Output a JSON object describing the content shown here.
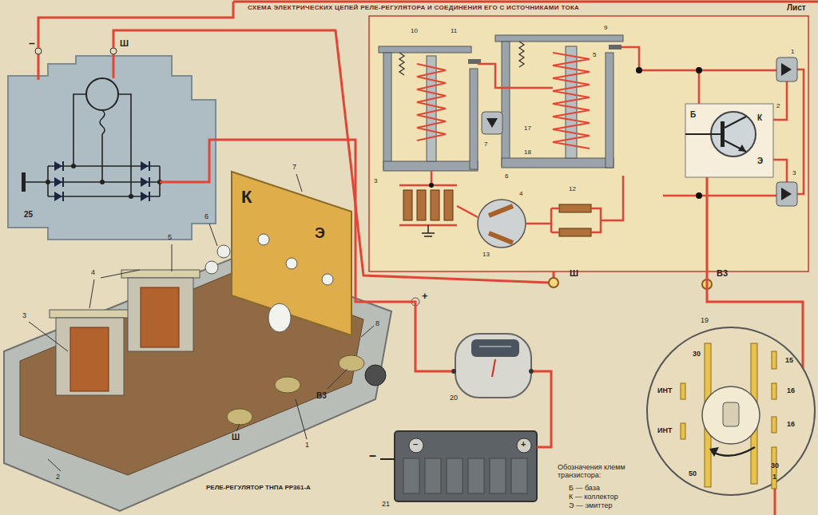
{
  "diagram": {
    "title": "СХЕМА ЭЛЕКТРИЧЕСКИХ ЦЕПЕЙ РЕЛЕ-РЕГУЛЯТОРА И СОЕДИНЕНИЯ ЕГО С ИСТОЧНИКАМИ ТОКА",
    "nodes": [
      {
        "text": [
          "25"
        ]
      },
      {
        "text": [
          "Б",
          "К",
          "Э"
        ]
      },
      {
        "text": [
          "20"
        ]
      },
      {
        "text": [
          "19",
          "30",
          "15",
          "16",
          "ИНТ",
          "16",
          "ИНТ",
          "50",
          "30",
          "1"
        ]
      },
      {
        "text": [
          "21"
        ]
      }
    ],
    "edges": [
      {
        "from": 0,
        "to": 2,
        "arrow": "none"
      },
      {
        "from": 2,
        "to": 4,
        "arrow": "none"
      },
      {
        "from": 1,
        "to": 3,
        "arrow": "none"
      }
    ],
    "labels": [
      "Лист",
      "–",
      "Ш",
      "К",
      "Э",
      "7",
      "6",
      "5",
      "4",
      "3",
      "8",
      "2",
      "В3",
      "Ш",
      "1",
      "РЕЛЕ-РЕГУЛЯТОР ТНПА РР361-А",
      "10",
      "11",
      "9",
      "17",
      "18",
      "7",
      "3",
      "6",
      "4",
      "13",
      "12",
      "5",
      "1",
      "2",
      "3",
      "Ш",
      "В3",
      "+",
      "–",
      "–",
      "+",
      "Обозначения клемм транзистора:",
      "Б — база",
      "К — коллектор",
      "Э — эмиттер"
    ]
  }
}
